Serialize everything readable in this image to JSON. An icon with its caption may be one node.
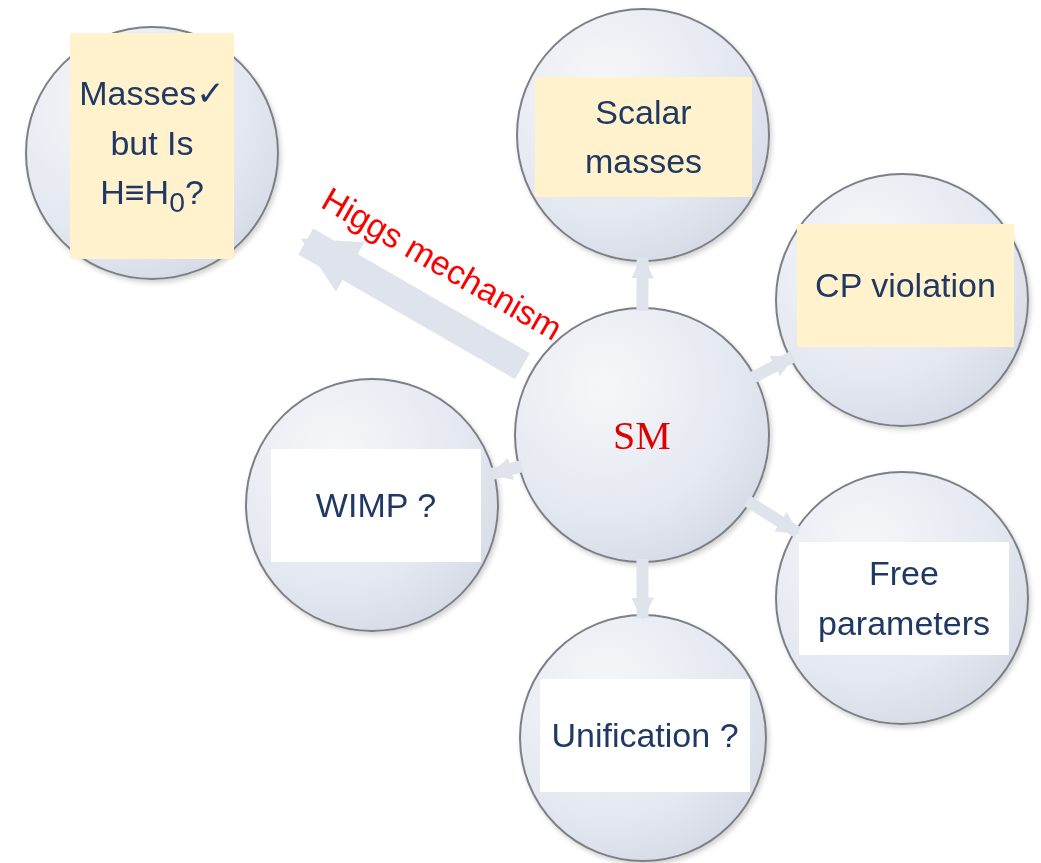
{
  "diagram": {
    "nodes": [
      {
        "text": [
          "Masses✓ but Is H≡H$_{0}$?"
        ]
      },
      {
        "text": [
          "Scalar masses"
        ]
      },
      {
        "text": [
          "CP violation"
        ]
      },
      {
        "text": [
          "SM"
        ]
      },
      {
        "text": [
          "WIMP ?"
        ]
      },
      {
        "text": [
          "Free parameters"
        ]
      },
      {
        "text": [
          "Unification ?"
        ]
      }
    ],
    "edges": [
      {
        "from": 3,
        "to": 0,
        "arrow": "to",
        "label": "Higgs mechanism",
        "style": "thick"
      },
      {
        "from": 3,
        "to": 1,
        "arrow": "to"
      },
      {
        "from": 3,
        "to": 2,
        "arrow": "to"
      },
      {
        "from": 3,
        "to": 5,
        "arrow": "to"
      },
      {
        "from": 3,
        "to": 6,
        "arrow": "to"
      },
      {
        "from": 3,
        "to": 4,
        "arrow": "to"
      }
    ]
  }
}
